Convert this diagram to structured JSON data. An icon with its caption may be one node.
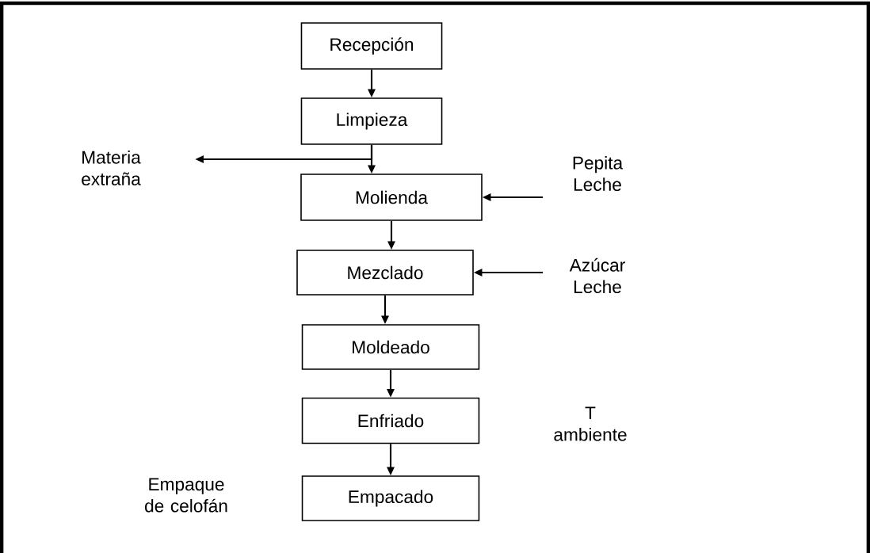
{
  "diagram": {
    "nodes": [
      {
        "text": [
          "Recepción"
        ]
      },
      {
        "text": [
          "Limpieza"
        ]
      },
      {
        "text": [
          "Materia extraña"
        ]
      },
      {
        "text": [
          "Molienda"
        ]
      },
      {
        "text": [
          "Pepita Leche"
        ]
      },
      {
        "text": [
          "Mezclado"
        ]
      },
      {
        "text": [
          "Azúcar Leche"
        ]
      },
      {
        "text": [
          "Moldeado"
        ]
      },
      {
        "text": [
          "Enfriado"
        ]
      },
      {
        "text": [
          "Empacado"
        ]
      }
    ],
    "edges": [
      {
        "from": 0,
        "to": 1,
        "arrow": "to"
      },
      {
        "from": 1,
        "to": 3,
        "arrow": "to"
      },
      {
        "from": 1,
        "to": 2,
        "arrow": "to"
      },
      {
        "from": 4,
        "to": 3,
        "arrow": "to"
      },
      {
        "from": 3,
        "to": 5,
        "arrow": "to"
      },
      {
        "from": 6,
        "to": 5,
        "arrow": "to"
      },
      {
        "from": 5,
        "to": 7,
        "arrow": "to"
      },
      {
        "from": 7,
        "to": 8,
        "arrow": "to"
      },
      {
        "from": 8,
        "to": 9,
        "arrow": "to"
      }
    ],
    "labels": [
      "T ambiente",
      "Empaque de celofán"
    ]
  }
}
